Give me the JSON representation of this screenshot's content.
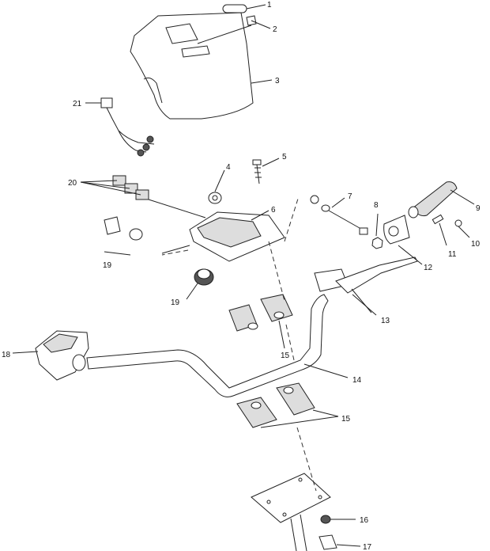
{
  "callouts": [
    {
      "id": "c1",
      "text": "1"
    },
    {
      "id": "c2",
      "text": "2"
    },
    {
      "id": "c3",
      "text": "3"
    },
    {
      "id": "c21",
      "text": "21"
    },
    {
      "id": "c5",
      "text": "5"
    },
    {
      "id": "c4",
      "text": "4"
    },
    {
      "id": "c20",
      "text": "20"
    },
    {
      "id": "c7",
      "text": "7"
    },
    {
      "id": "c6",
      "text": "6"
    },
    {
      "id": "c8",
      "text": "8"
    },
    {
      "id": "c9",
      "text": "9"
    },
    {
      "id": "c10",
      "text": "10"
    },
    {
      "id": "c11",
      "text": "11"
    },
    {
      "id": "c12",
      "text": "12"
    },
    {
      "id": "c19a",
      "text": "19"
    },
    {
      "id": "c19b",
      "text": "19"
    },
    {
      "id": "c13",
      "text": "13"
    },
    {
      "id": "c18",
      "text": "18"
    },
    {
      "id": "c14",
      "text": "14"
    },
    {
      "id": "c15a",
      "text": "15"
    },
    {
      "id": "c15b",
      "text": "15"
    },
    {
      "id": "c16",
      "text": "16"
    },
    {
      "id": "c17",
      "text": "17"
    }
  ]
}
